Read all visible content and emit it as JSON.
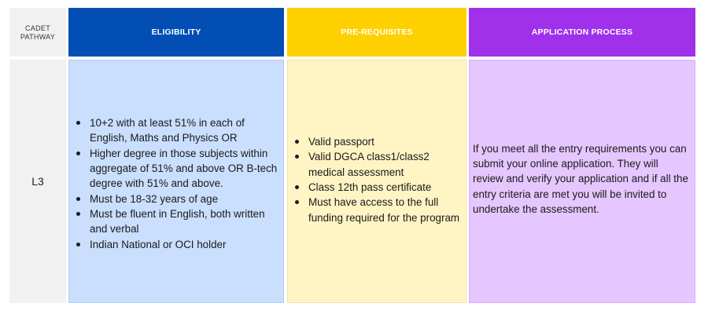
{
  "header": {
    "pathway": "CADET PATHWAY",
    "eligibility": "ELIGIBILITY",
    "prerequisites": "PRE-REQUISITES",
    "application": "APPLICATION PROCESS"
  },
  "colors": {
    "eligibility_header": "#034eb4",
    "prerequisites_header": "#ffd000",
    "application_header": "#a030ea",
    "eligibility_body": "#cadefd",
    "prerequisites_body": "#fff4c4",
    "application_body": "#e6c6ff"
  },
  "rows": [
    {
      "pathway": "L3",
      "eligibility": [
        "10+2 with at least 51% in each of English, Maths and Physics OR",
        " Higher degree in those subjects within aggregate of  51% and above OR B-tech degree with 51% and above.",
        " Must be 18-32 years of age",
        " Must be fluent in English, both written and verbal",
        " Indian National or OCI holder"
      ],
      "prerequisites": [
        "Valid passport",
        "Valid DGCA class1/class2 medical assessment",
        "Class 12th pass certificate",
        "Must have access to the full funding required for the program"
      ],
      "application": "If you meet all the entry requirements you can submit your online application. They will review and verify your application and if all the entry criteria are met you will be invited to undertake the assessment."
    }
  ]
}
